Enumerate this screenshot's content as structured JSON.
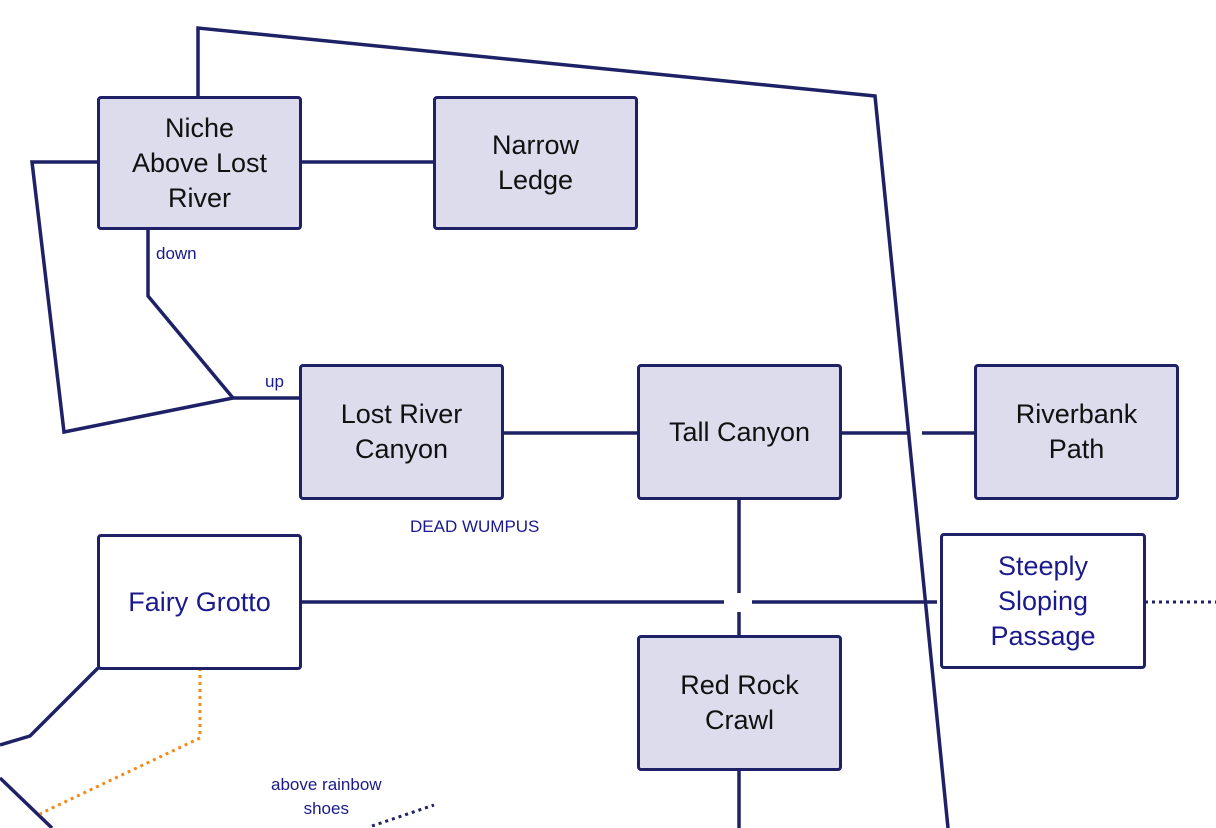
{
  "colors": {
    "line": "#1f2166",
    "room_fill": "#dcdcec",
    "room_border": "#1f2166",
    "label_text": "#1a1a8c",
    "orange_dotted": "#f08c1a"
  },
  "rooms": {
    "niche": "Niche\nAbove Lost\nRiver",
    "narrow_ledge": "Narrow\nLedge",
    "lost_river_canyon": "Lost River\nCanyon",
    "tall_canyon": "Tall Canyon",
    "riverbank_path": "Riverbank\nPath",
    "fairy_grotto": "Fairy Grotto",
    "steeply_sloping": "Steeply\nSloping\nPassage",
    "red_rock_crawl": "Red Rock\nCrawl"
  },
  "labels": {
    "down": "down",
    "up": "up",
    "dead_wumpus": "DEAD WUMPUS",
    "above_rainbow": "above rainbow\nshoes"
  }
}
